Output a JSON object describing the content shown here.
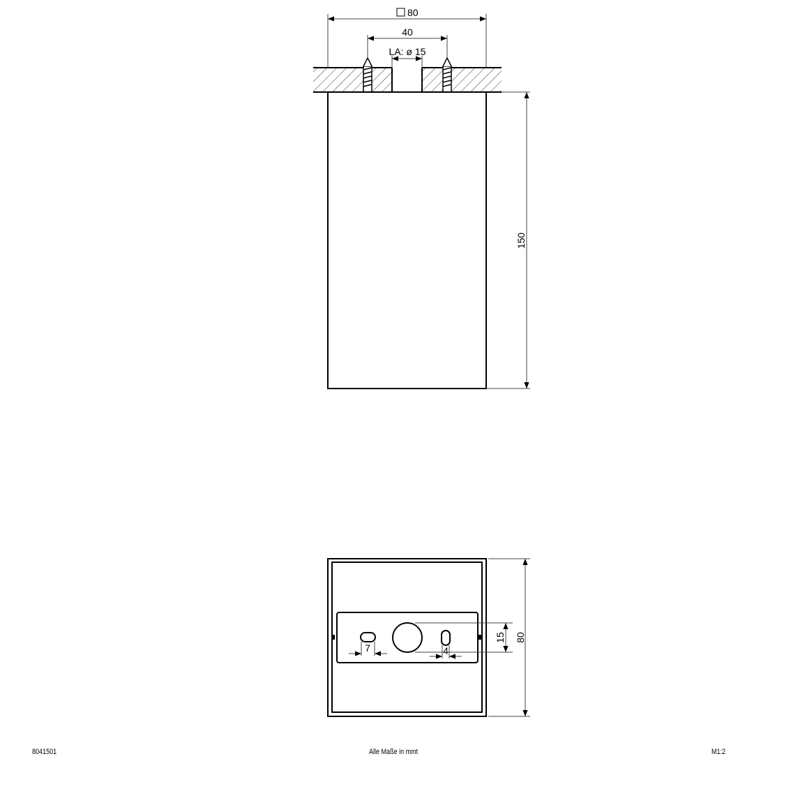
{
  "drawing": {
    "side_view": {
      "width_label": "80",
      "width_symbol": "square",
      "screw_spacing_label": "40",
      "cable_outlet_label": "LA: ø 15",
      "height_label": "150"
    },
    "bottom_view": {
      "height_label": "80",
      "offset_label": "15",
      "slot_left_label": "7",
      "slot_right_label": "4"
    }
  },
  "footer": {
    "article_number": "8041501",
    "units_note": "Alle Maße in mmt",
    "scale": "M1:2"
  },
  "colors": {
    "line": "#000000",
    "dim_line": "#444444",
    "background": "#ffffff"
  }
}
